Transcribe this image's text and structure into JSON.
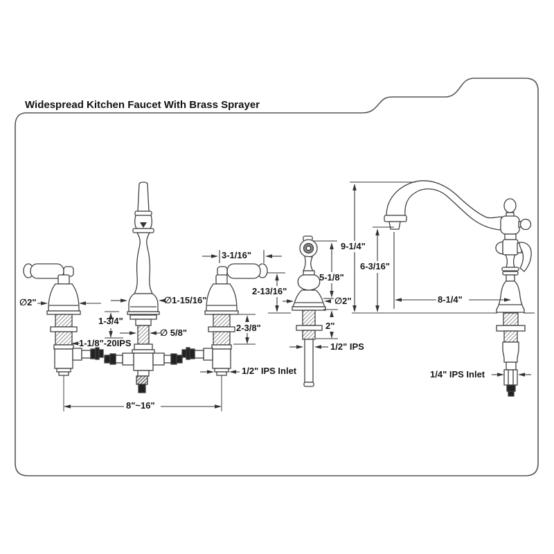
{
  "title": "Widespread Kitchen Faucet With Brass Sprayer",
  "labels": {
    "left_handle": {
      "base_diameter": "∅2\"",
      "shank_thread": "1-1/8\"-20IPS"
    },
    "center_spout": {
      "base_height": "1-3/4\"",
      "base_diameter": "∅1-15/16\"",
      "stem_diameter": "∅ 5/8\""
    },
    "right_handle": {
      "handle_length": "3-1/16\"",
      "body_height": "2-13/16\"",
      "shank_length": "2-3/8\"",
      "inlet": "1/2\" IPS Inlet"
    },
    "installation": {
      "spread": "8\"~16\""
    },
    "sprayer": {
      "height": "5-1/8\"",
      "base_diameter": "∅2\"",
      "shank_length": "2\"",
      "connection": "1/2\" IPS"
    },
    "spout_faucet": {
      "height": "9-1/4\"",
      "clearance": "6-3/16\"",
      "reach": "8-1/4\"",
      "inlet": "1/4\" IPS Inlet"
    }
  },
  "colors": {
    "line": "#3f3f3f",
    "text": "#161616",
    "background": "#ffffff"
  }
}
